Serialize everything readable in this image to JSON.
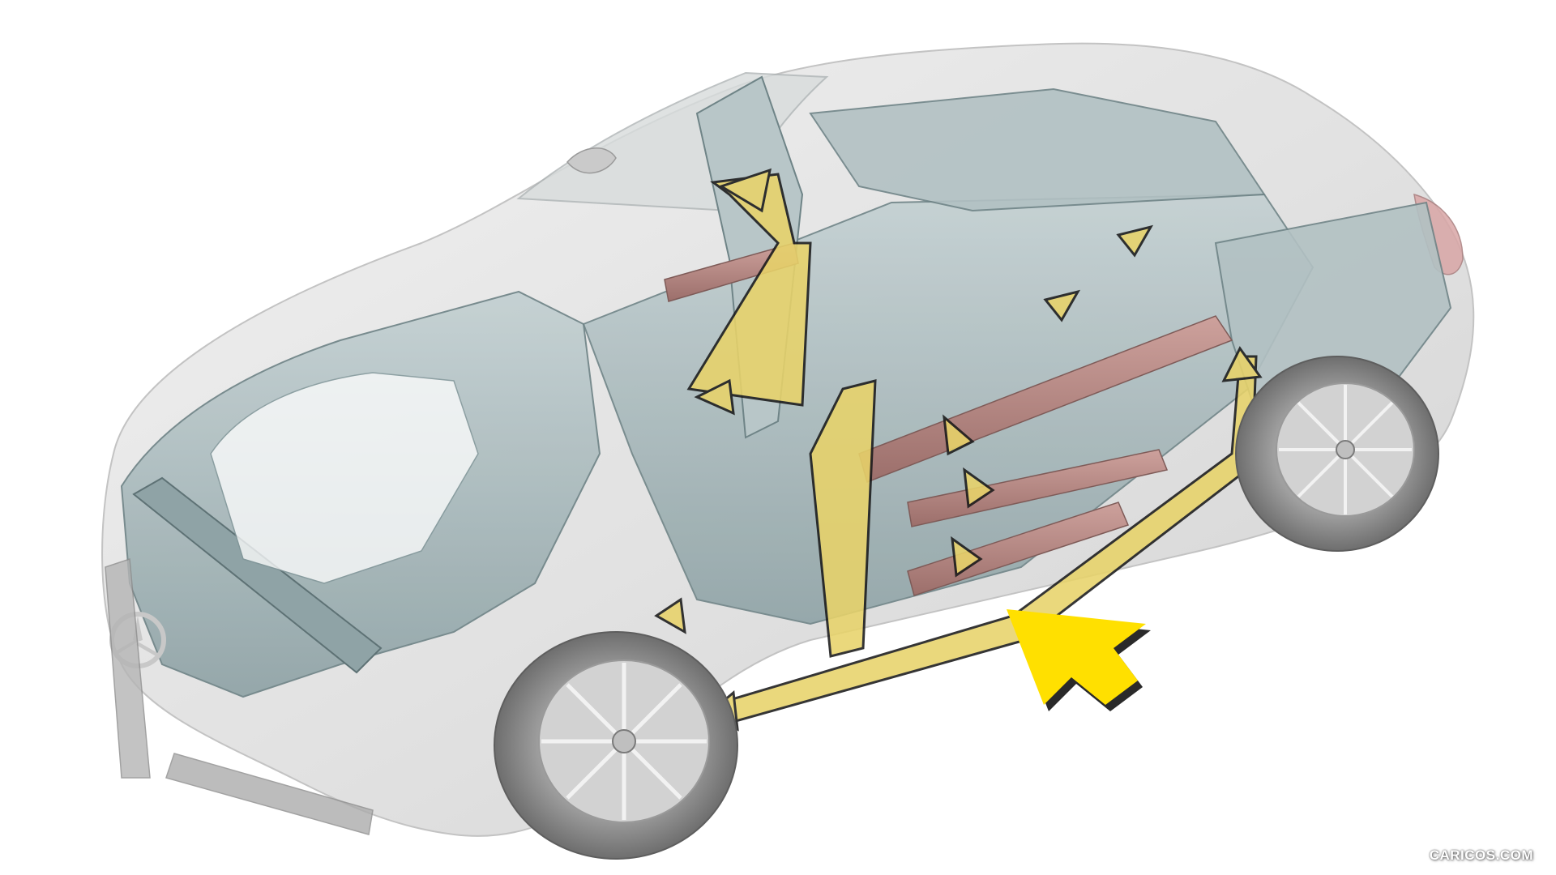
{
  "figure": {
    "subject": "Car body-in-white cutaway showing side-impact load paths",
    "view": "three-quarter front-left, elevated",
    "background": "#FFFFFF",
    "colors": {
      "outer_shell": "#E2E2E2",
      "outer_shell_edge": "#BDBDBD",
      "body_structure": "#A8B8BA",
      "body_structure_dark": "#7E9396",
      "load_path_yellow": "#E8D36A",
      "load_path_outline": "#1A1A1A",
      "impact_arrow": "#FFE000",
      "impact_arrow_shadow": "#2A2A2A",
      "door_beams": "#B98A86",
      "tire": "#8A8A8A",
      "rim": "#D2D2D2",
      "taillight": "#D9A6A6"
    },
    "elements": {
      "impact_arrow": "impact-direction-arrow",
      "load_path_arrows_count": 10,
      "door_beams_count": 3
    }
  },
  "watermark": {
    "text": "CARICOS.COM"
  }
}
